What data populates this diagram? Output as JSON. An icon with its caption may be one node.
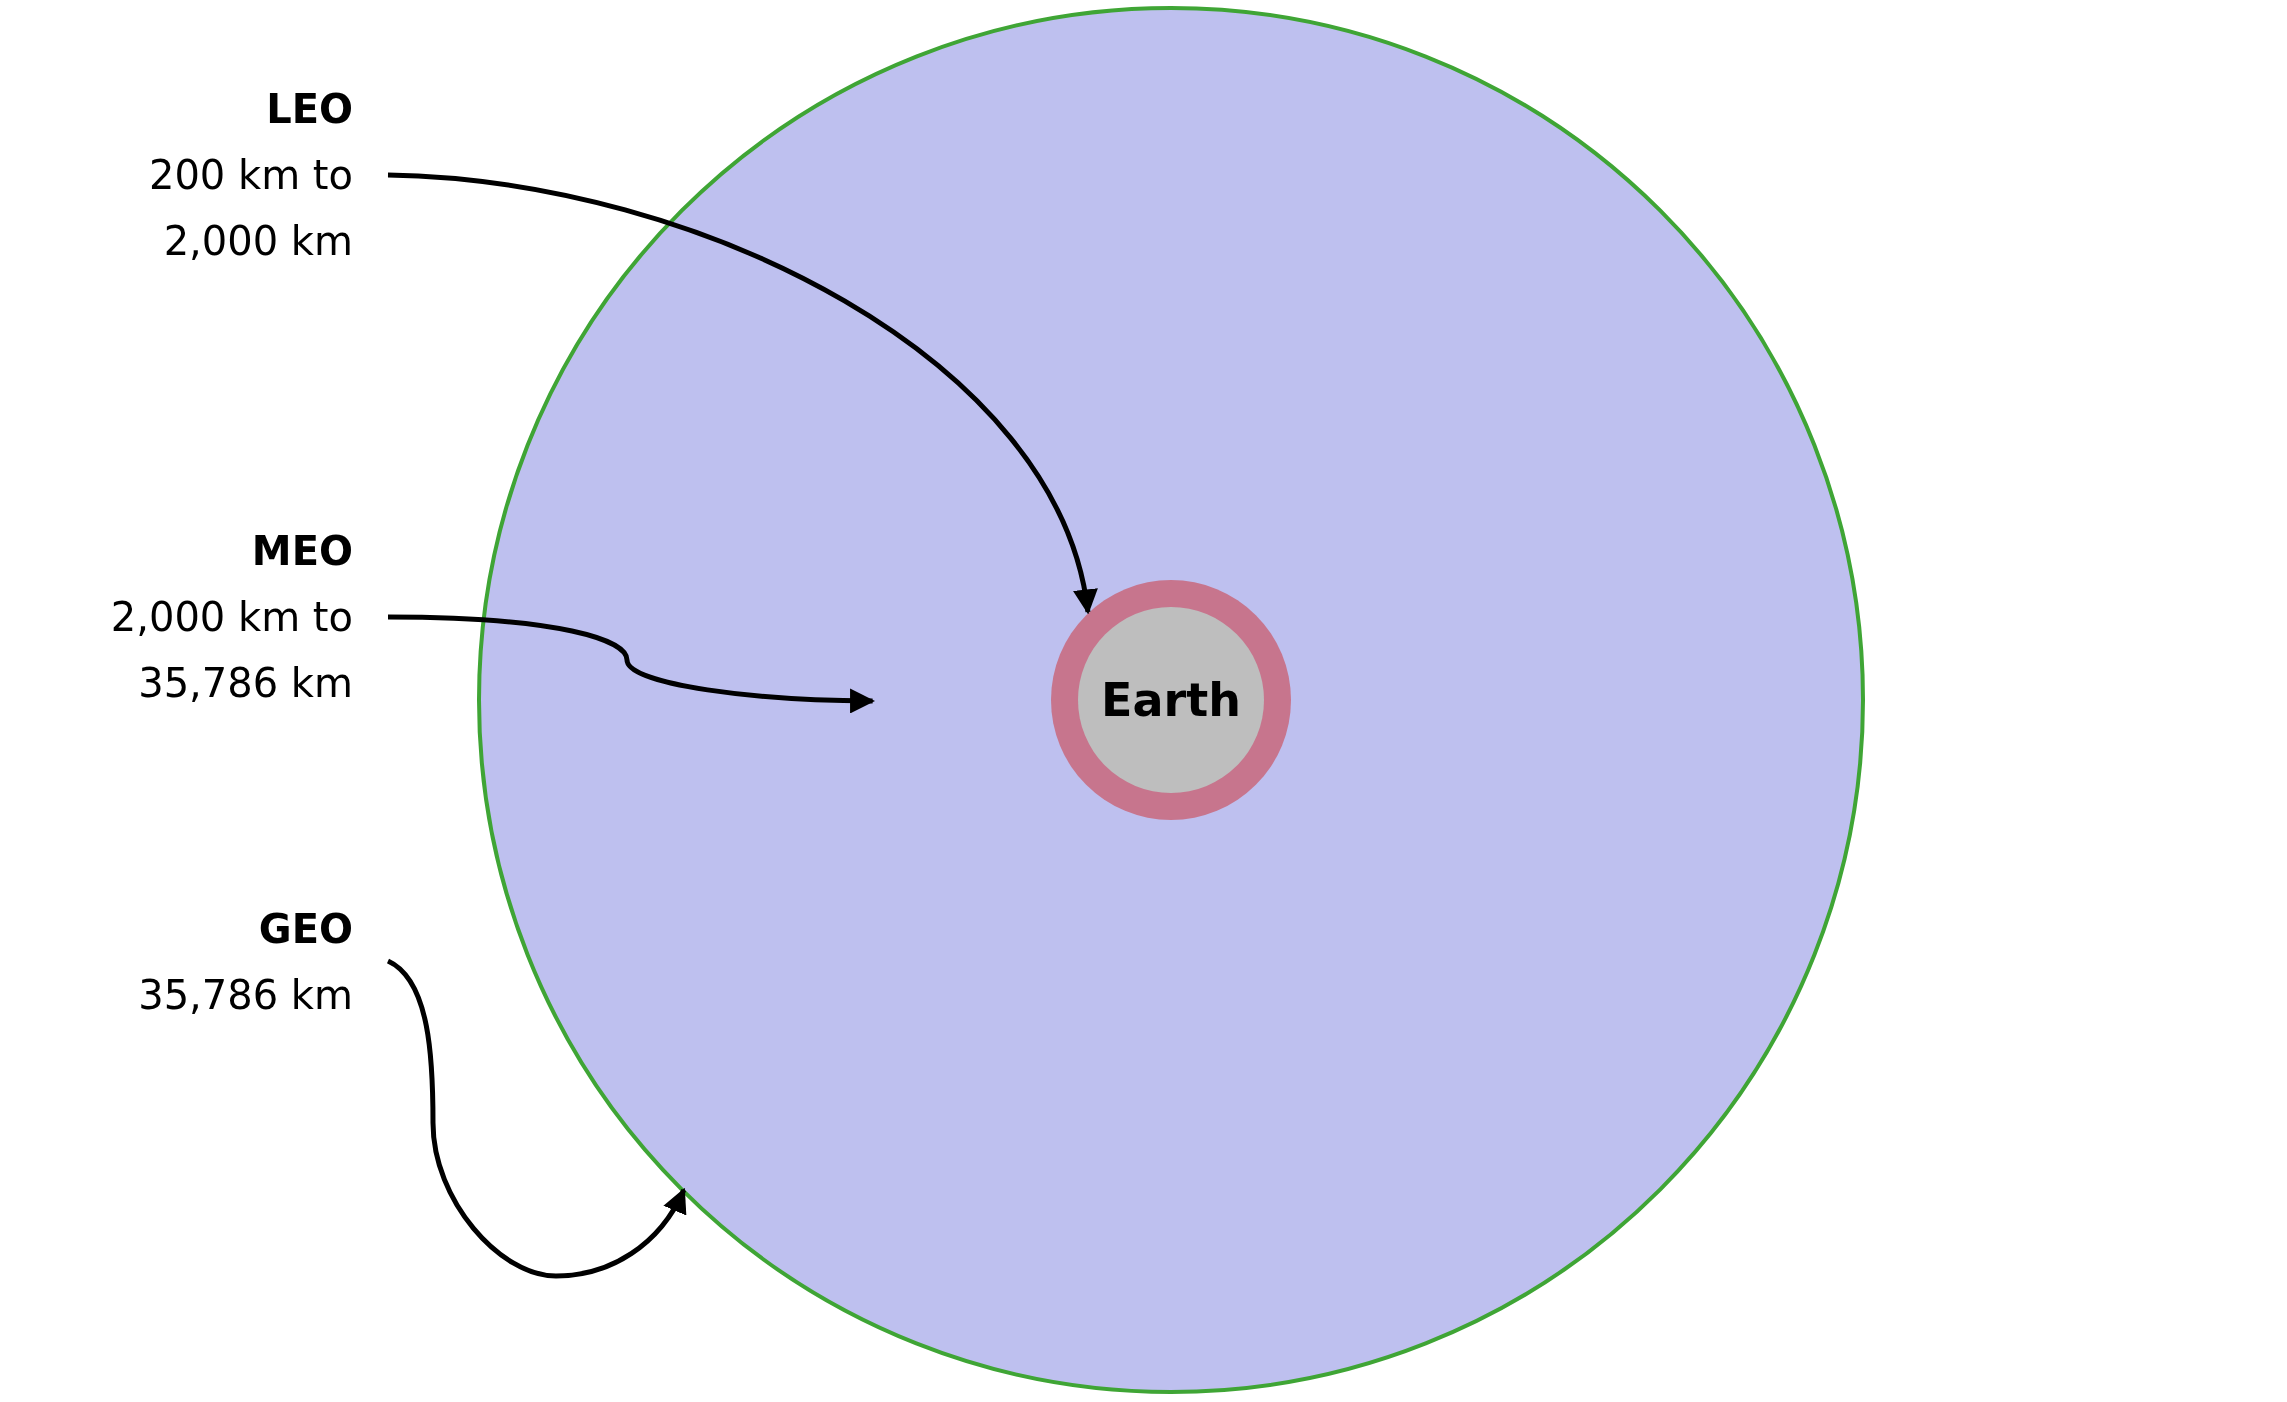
{
  "diagram": {
    "nodes": [
      {
        "text": [],
        "shape": "circle"
      },
      {
        "text": [],
        "shape": "circle",
        "in": 0
      },
      {
        "text": [
          "Earth"
        ],
        "in": 1
      },
      {
        "text": [
          "LEO",
          "200 km to 2,000 km"
        ]
      },
      {
        "text": [
          "MEO",
          "2,000 km to 35,786 km"
        ]
      },
      {
        "text": [
          "GEO",
          "35,786 km"
        ]
      }
    ],
    "edges": [
      {
        "from": 3,
        "to": 1,
        "arrow": "to"
      },
      {
        "from": 4,
        "to": 0,
        "arrow": "to"
      },
      {
        "from": 5,
        "to": 0,
        "arrow": "to"
      }
    ]
  }
}
